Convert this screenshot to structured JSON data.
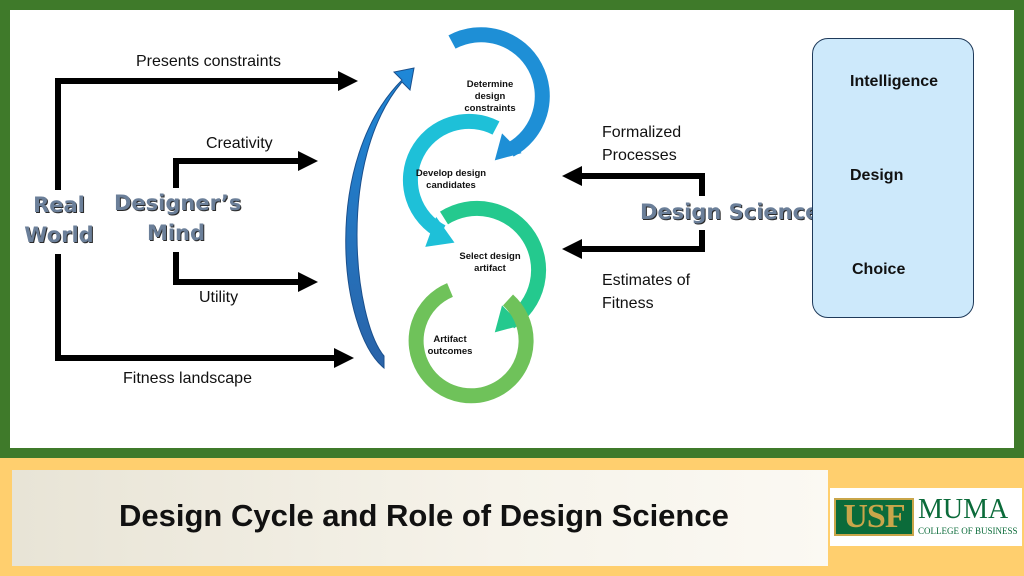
{
  "labels": {
    "presents_constraints": "Presents constraints",
    "creativity": "Creativity",
    "utility": "Utility",
    "fitness_landscape": "Fitness landscape",
    "real_world": [
      "Real",
      "World"
    ],
    "designers_mind": [
      "Designer’s",
      "Mind"
    ],
    "design_science": "Design Science",
    "formalized_processes": [
      "Formalized",
      "Processes"
    ],
    "estimates_of_fitness": [
      "Estimates of",
      "Fitness"
    ]
  },
  "cycle": {
    "steps": [
      {
        "label": "Determine design constraints",
        "color": "#1e8fd6"
      },
      {
        "label": "Develop design candidates",
        "color": "#1ec0d8"
      },
      {
        "label": "Select design artifact",
        "color": "#24c98e"
      },
      {
        "label": "Artifact outcomes",
        "color": "#6fc25a"
      }
    ]
  },
  "intelligence_box": {
    "items": [
      "Intelligence",
      "Design",
      "Choice"
    ],
    "color": "#cde9fb"
  },
  "footer": {
    "title": "Design Cycle and Role of Design Science",
    "logo": {
      "usf": "USF",
      "muma": "MUMA",
      "college": "COLLEGE OF BUSINESS"
    }
  },
  "colors": {
    "border_green": "#3f7a2a",
    "footer_band": "#ffcf6e",
    "feedback_arrow": "#1f64b4",
    "arrow_black": "#000000"
  }
}
